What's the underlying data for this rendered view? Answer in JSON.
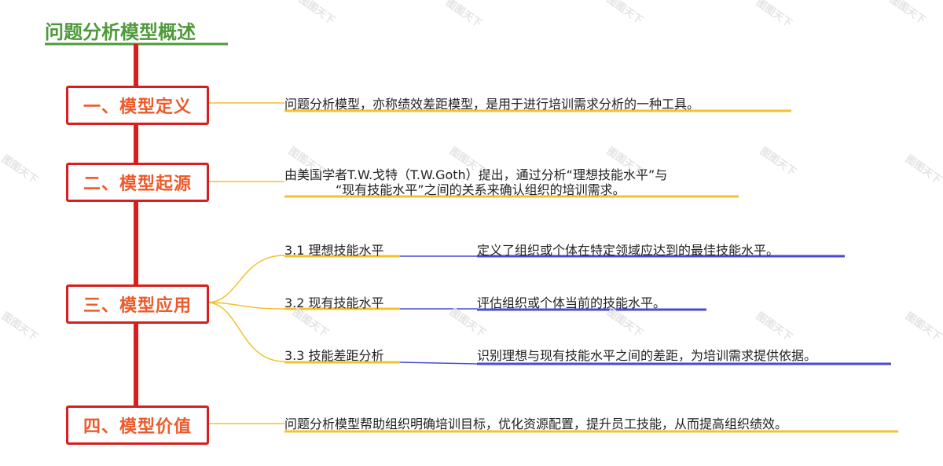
{
  "title": "问题分析模型概述",
  "watermark": "图图天下",
  "colors": {
    "title": "#4e9a3a",
    "trunk": "#d81f1f",
    "box_border": "#d81f1f",
    "box_text": "#ee5a2a",
    "branch_yellow": "#f3c12b",
    "branch_blue": "#4a4ad6"
  },
  "sections": [
    {
      "label": "一、模型定义",
      "text": "问题分析模型，亦称绩效差距模型，是用于进行培训需求分析的一种工具。"
    },
    {
      "label": "二、模型起源",
      "text_lines": [
        "由美国学者T.W.戈特（T.W.Goth）提出，通过分析“理想技能水平”与",
        "“现有技能水平”之间的关系来确认组织的培训需求。"
      ]
    },
    {
      "label": "三、模型应用",
      "subitems": [
        {
          "label": "3.1 理想技能水平",
          "desc": "定义了组织或个体在特定领域应达到的最佳技能水平。"
        },
        {
          "label": "3.2 现有技能水平",
          "desc": "评估组织或个体当前的技能水平。"
        },
        {
          "label": "3.3 技能差距分析",
          "desc": "识别理想与现有技能水平之间的差距，为培训需求提供依据。"
        }
      ]
    },
    {
      "label": "四、模型价值",
      "text": "问题分析模型帮助组织明确培训目标，优化资源配置，提升员工技能，从而提高组织绩效。"
    }
  ]
}
